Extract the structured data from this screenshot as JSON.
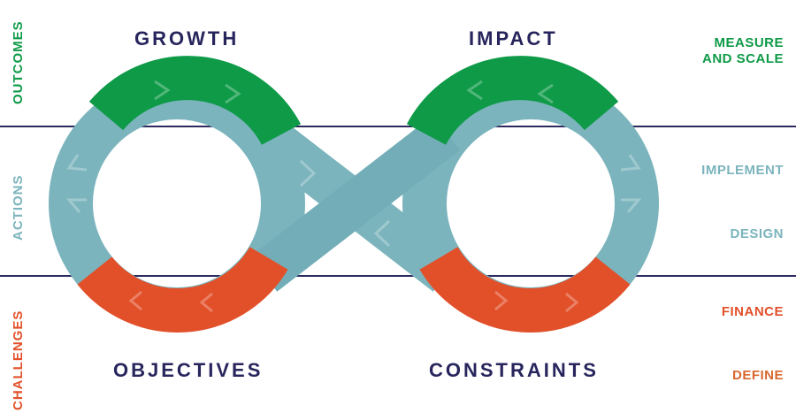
{
  "bands": {
    "outcomes": "OUTCOMES",
    "actions": "ACTIONS",
    "challenges": "CHALLENGES"
  },
  "nodes": {
    "growth": "GROWTH",
    "impact": "IMPACT",
    "objectives": "OBJECTIVES",
    "constraints": "CONSTRAINTS"
  },
  "side": {
    "measure_line1": "MEASURE",
    "measure_line2": "AND SCALE",
    "implement": "IMPLEMENT",
    "design": "DESIGN",
    "finance": "FINANCE",
    "define": "DEFINE"
  },
  "colors": {
    "outcomes": "#0e9a47",
    "actions": "#7bb4bd",
    "challenges": "#e2502a",
    "navy": "#27255c",
    "define_text": "#d8662e"
  }
}
